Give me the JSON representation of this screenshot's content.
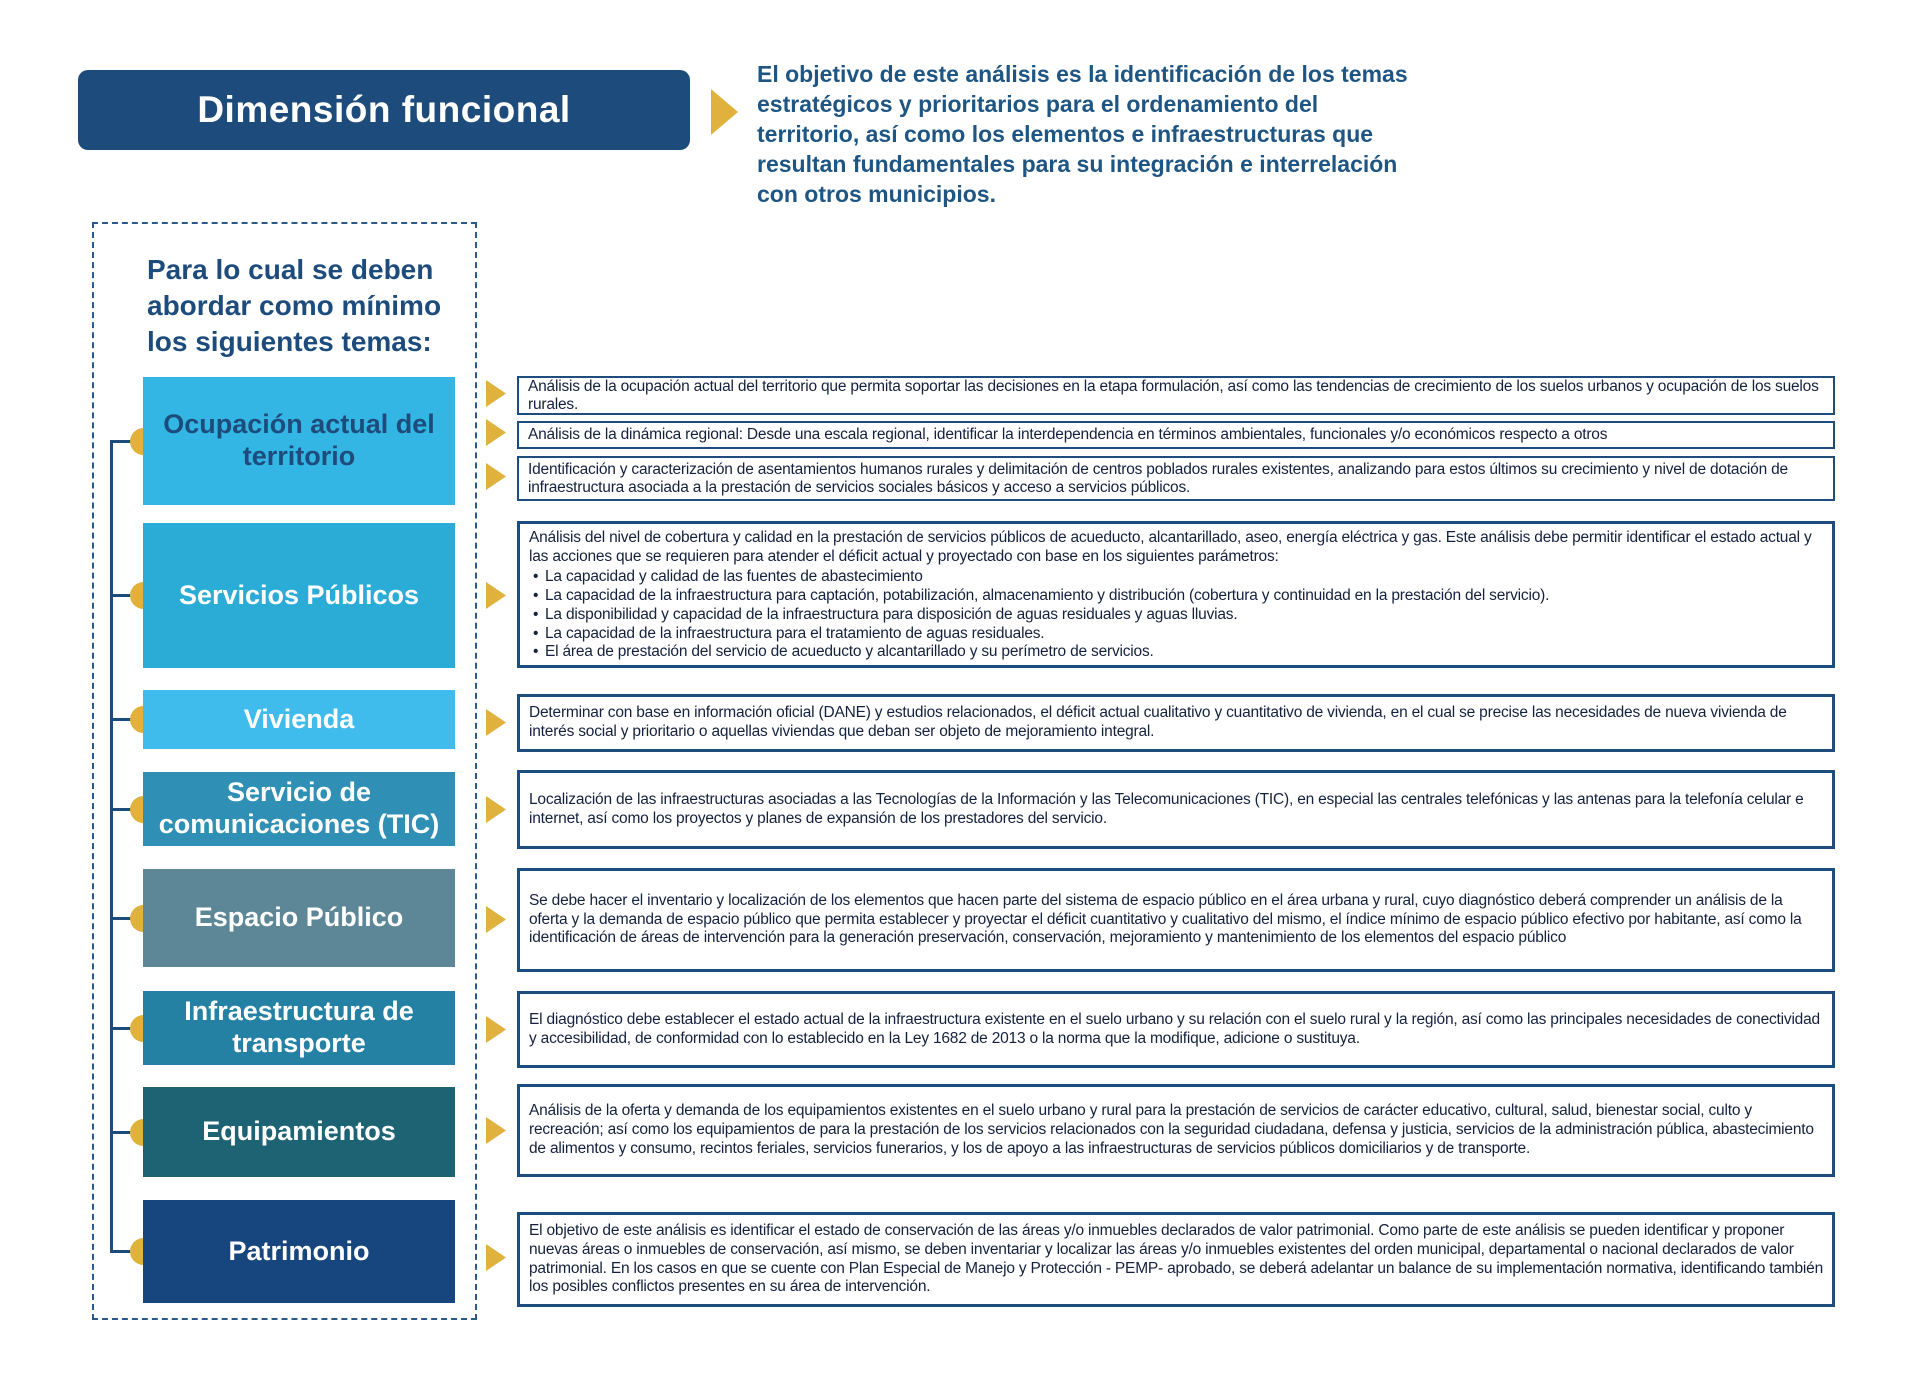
{
  "header": {
    "title": "Dimensión funcional",
    "intro": "El objetivo de este análisis es la identificación de los temas estratégicos y prioritarios para el ordenamiento del territorio, así como los elementos e infraestructuras que resultan fundamentales para su integración e interrelación con otros municipios."
  },
  "panel": {
    "heading": "Para lo cual se deben abordar como mínimo los siguientes temas:"
  },
  "colors": {
    "navy": "#1D4C7C",
    "gold": "#E0B13C",
    "intro_text": "#1E5583",
    "desc_text": "#14213D"
  },
  "topics": [
    {
      "label": "Ocupación actual del territorio",
      "box_color": "#33B6E3",
      "label_color": "#1D4C7C",
      "descriptions": [
        {
          "text": "Análisis de la ocupación actual del territorio que permita soportar las decisiones en la etapa formulación, así como las tendencias de crecimiento de los suelos urbanos y ocupación de los suelos rurales."
        },
        {
          "text": "Análisis de la dinámica regional: Desde una escala regional, identificar la interdependencia en términos ambientales, funcionales y/o económicos respecto a otros"
        },
        {
          "text": "Identificación y caracterización de asentamientos humanos rurales y delimitación de centros poblados rurales existentes, analizando para estos últimos su crecimiento y nivel de dotación de infraestructura asociada a la prestación de servicios sociales básicos y acceso a servicios públicos."
        }
      ]
    },
    {
      "label": "Servicios Públicos",
      "box_color": "#2BACD6",
      "label_color": "#FFFFFF",
      "descriptions": [
        {
          "text": "Análisis del nivel de cobertura y calidad en la prestación de servicios públicos de acueducto, alcantarillado, aseo, energía eléctrica y gas. Este análisis debe permitir identificar el estado actual y las acciones que se requieren para atender el déficit actual y proyectado con base en los siguientes parámetros:",
          "bullets": [
            "La capacidad y calidad de las fuentes de abastecimiento",
            "La capacidad de la infraestructura para captación, potabilización, almacenamiento y distribución (cobertura y continuidad en la prestación del servicio).",
            "La disponibilidad y capacidad de la infraestructura para disposición de aguas residuales y aguas lluvias.",
            "La capacidad de la infraestructura para el tratamiento de aguas residuales.",
            "El área de prestación del servicio de acueducto y alcantarillado y su perímetro de servicios."
          ]
        }
      ]
    },
    {
      "label": "Vivienda",
      "box_color": "#3FBCEC",
      "label_color": "#FFFFFF",
      "descriptions": [
        {
          "text": "Determinar con base en información oficial (DANE) y estudios relacionados, el déficit actual cualitativo y cuantitativo de vivienda, en el cual se precise las necesidades de nueva vivienda de interés social y prioritario o aquellas viviendas que deban ser objeto de mejoramiento integral."
        }
      ]
    },
    {
      "label": "Servicio de comunicaciones (TIC)",
      "box_color": "#2F8FB5",
      "label_color": "#FFFFFF",
      "descriptions": [
        {
          "text": "Localización de las infraestructuras asociadas a las Tecnologías de la Información y las Telecomunicaciones (TIC), en especial las centrales telefónicas y las antenas para la telefonía celular e internet, así como los proyectos y planes de expansión de los prestadores del servicio."
        }
      ]
    },
    {
      "label": "Espacio Público",
      "box_color": "#5D8796",
      "label_color": "#FFFFFF",
      "descriptions": [
        {
          "text": "Se debe hacer el inventario y localización de los elementos que hacen parte del sistema de espacio público en el área urbana y rural, cuyo diagnóstico deberá comprender un análisis de la oferta y la demanda de espacio público que permita establecer y proyectar el déficit cuantitativo y cualitativo del mismo, el índice mínimo de espacio público efectivo por habitante, así como la identificación de áreas de intervención para la generación preservación, conservación, mejoramiento y mantenimiento de los elementos del espacio público"
        }
      ]
    },
    {
      "label": "Infraestructura de transporte",
      "box_color": "#2581A4",
      "label_color": "#FFFFFF",
      "descriptions": [
        {
          "text": "El diagnóstico debe establecer el estado actual de la infraestructura existente en el suelo urbano y su relación con el suelo rural y la región, así como las principales necesidades de conectividad y accesibilidad, de conformidad con lo establecido en la Ley 1682 de 2013 o la norma que la modifique, adicione o sustituya."
        }
      ]
    },
    {
      "label": "Equipamientos",
      "box_color": "#1D6374",
      "label_color": "#FFFFFF",
      "descriptions": [
        {
          "text": "Análisis de la oferta y demanda de los equipamientos existentes en el suelo urbano y rural para la prestación de servicios de carácter educativo, cultural, salud, bienestar social, culto y recreación; así como los equipamientos de para la prestación de los servicios relacionados con la seguridad ciudadana, defensa y justicia, servicios de la administración pública, abastecimiento de alimentos y consumo, recintos feriales, servicios funerarios, y los de apoyo a las infraestructuras de servicios públicos domiciliarios y de transporte."
        }
      ]
    },
    {
      "label": "Patrimonio",
      "box_color": "#17457E",
      "label_color": "#FFFFFF",
      "descriptions": [
        {
          "text": "El objetivo de este análisis es identificar el estado de conservación de las áreas y/o inmuebles declarados de valor patrimonial. Como parte de este análisis se pueden identificar y proponer nuevas áreas o inmuebles de conservación, así  mismo, se deben inventariar y localizar las áreas y/o inmuebles existentes del orden municipal, departamental o nacional declarados de valor patrimonial. En los casos en que se cuente con Plan Especial de Manejo y Protección - PEMP- aprobado, se deberá adelantar un balance de su implementación normativa, identificando también los posibles conflictos presentes en su área de intervención."
        }
      ]
    }
  ]
}
